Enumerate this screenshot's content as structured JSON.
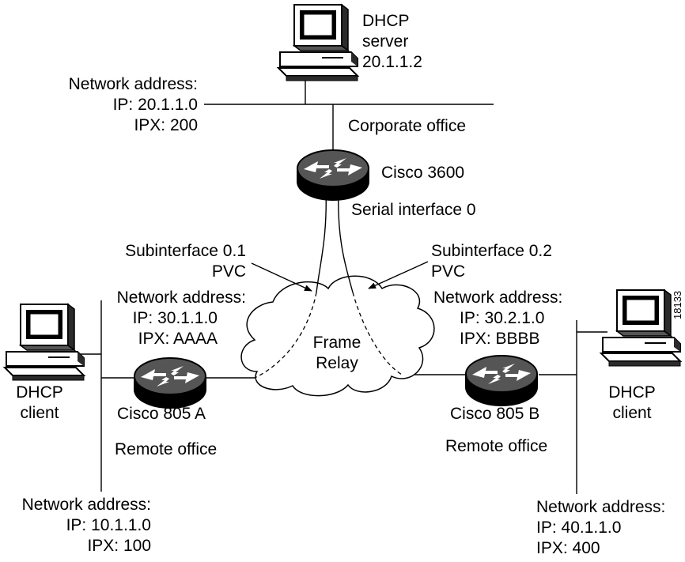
{
  "dhcp_server": {
    "line1": "DHCP",
    "line2": "server",
    "line3": "20.1.1.2"
  },
  "corporate_lan": {
    "net_label": "Network address:",
    "ip": "IP: 20.1.1.0",
    "ipx": "IPX: 200",
    "office": "Corporate office"
  },
  "cisco3600": {
    "name": "Cisco 3600",
    "serial": "Serial interface 0"
  },
  "sub1": {
    "line1": "Subinterface 0.1",
    "line2": "PVC",
    "net_label": "Network address:",
    "ip": "IP: 30.1.1.0",
    "ipx": "IPX: AAAA"
  },
  "sub2": {
    "line1": "Subinterface 0.2",
    "line2": "PVC",
    "net_label": "Network address:",
    "ip": "IP: 30.2.1.0",
    "ipx": "IPX: BBBB"
  },
  "cloud": {
    "line1": "Frame",
    "line2": "Relay"
  },
  "router_a": {
    "name": "Cisco 805 A",
    "office": "Remote office"
  },
  "router_b": {
    "name": "Cisco 805 B",
    "office": "Remote office"
  },
  "client_a": {
    "line1": "DHCP",
    "line2": "client"
  },
  "client_b": {
    "line1": "DHCP",
    "line2": "client"
  },
  "lan_a": {
    "net_label": "Network address:",
    "ip": "IP: 10.1.1.0",
    "ipx": "IPX: 100"
  },
  "lan_b": {
    "net_label": "Network address:",
    "ip": "IP: 40.1.1.0",
    "ipx": "IPX: 400"
  },
  "figure_id": "18133"
}
